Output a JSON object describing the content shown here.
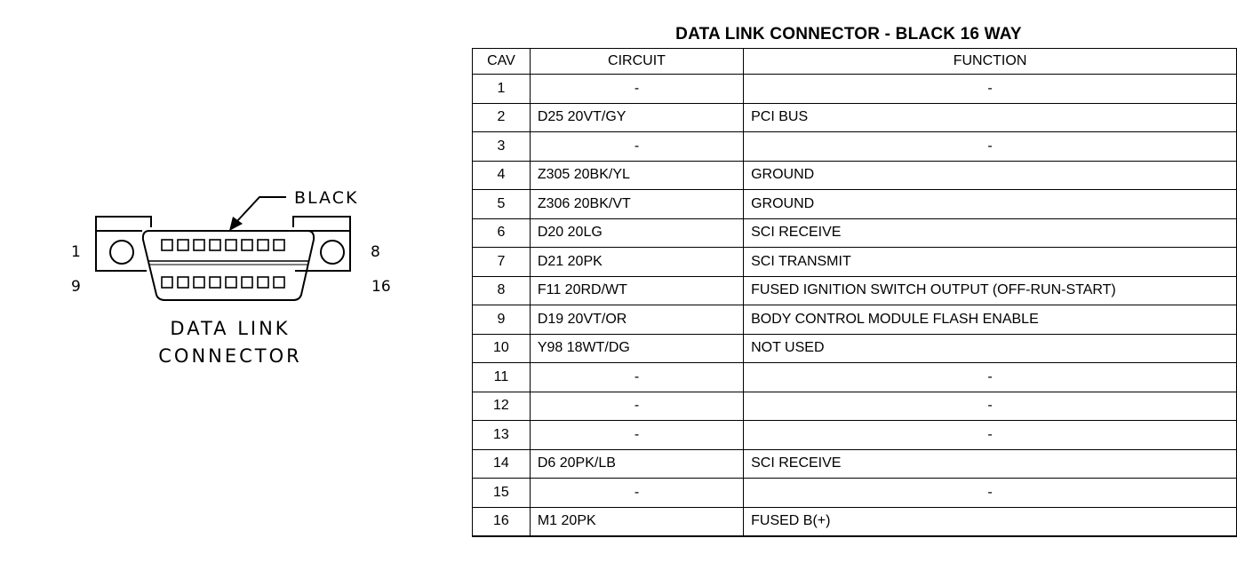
{
  "diagram": {
    "color_label": "BLACK",
    "pin_label_1": "1",
    "pin_label_8": "8",
    "pin_label_9": "9",
    "pin_label_16": "16",
    "caption_line1": "DATA LINK",
    "caption_line2": "CONNECTOR"
  },
  "table": {
    "title": "DATA LINK CONNECTOR - BLACK 16 WAY",
    "headers": {
      "cav": "CAV",
      "circuit": "CIRCUIT",
      "function": "FUNCTION"
    },
    "rows": [
      {
        "cav": "1",
        "circuit": "-",
        "function": "-"
      },
      {
        "cav": "2",
        "circuit": "D25 20VT/GY",
        "function": "PCI BUS"
      },
      {
        "cav": "3",
        "circuit": "-",
        "function": "-"
      },
      {
        "cav": "4",
        "circuit": "Z305 20BK/YL",
        "function": "GROUND"
      },
      {
        "cav": "5",
        "circuit": "Z306 20BK/VT",
        "function": "GROUND"
      },
      {
        "cav": "6",
        "circuit": "D20 20LG",
        "function": "SCI RECEIVE"
      },
      {
        "cav": "7",
        "circuit": "D21 20PK",
        "function": "SCI TRANSMIT"
      },
      {
        "cav": "8",
        "circuit": "F11 20RD/WT",
        "function": "FUSED IGNITION SWITCH OUTPUT (OFF-RUN-START)"
      },
      {
        "cav": "9",
        "circuit": "D19 20VT/OR",
        "function": "BODY CONTROL MODULE FLASH ENABLE"
      },
      {
        "cav": "10",
        "circuit": "Y98 18WT/DG",
        "function": "NOT USED"
      },
      {
        "cav": "11",
        "circuit": "-",
        "function": "-"
      },
      {
        "cav": "12",
        "circuit": "-",
        "function": "-"
      },
      {
        "cav": "13",
        "circuit": "-",
        "function": "-"
      },
      {
        "cav": "14",
        "circuit": "D6 20PK/LB",
        "function": "SCI RECEIVE"
      },
      {
        "cav": "15",
        "circuit": "-",
        "function": "-"
      },
      {
        "cav": "16",
        "circuit": "M1 20PK",
        "function": "FUSED B(+)"
      }
    ]
  }
}
